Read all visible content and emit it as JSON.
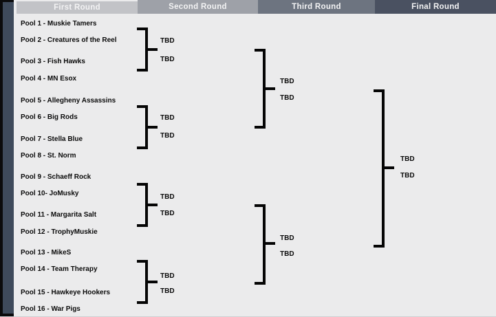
{
  "header": {
    "text_color": "#f3f3f4",
    "columns": [
      {
        "label": "First Round",
        "bg": "#c2c3c7"
      },
      {
        "label": "Second Round",
        "bg": "#9ea1a8"
      },
      {
        "label": "Third Round",
        "bg": "#6d7480"
      },
      {
        "label": "Final Round",
        "bg": "#4a5161"
      }
    ]
  },
  "rounds": {
    "first": [
      "Pool 1 - Muskie Tamers",
      "Pool 2 - Creatures of the Reel",
      "Pool 3 - Fish Hawks",
      "Pool 4 - MN Esox",
      "Pool 5 - Allegheny Assassins",
      "Pool 6 - Big Rods",
      "Pool 7 - Stella Blue",
      "Pool 8 - St. Norm",
      "Pool 9 - Schaeff Rock",
      "Pool 10- JoMusky",
      "Pool 11 - Margarita Salt",
      "Pool 12 - TrophyMuskie",
      "Pool 13 - MikeS",
      "Pool 14 - Team Therapy",
      "Pool 15 - Hawkeye Hookers",
      "Pool 16 - War Pigs"
    ],
    "second": [
      "TBD",
      "TBD",
      "TBD",
      "TBD",
      "TBD",
      "TBD",
      "TBD",
      "TBD"
    ],
    "third": [
      "TBD",
      "TBD",
      "TBD",
      "TBD"
    ],
    "final": [
      "TBD",
      "TBD"
    ]
  },
  "colors": {
    "page_bg": "#ebebec",
    "left_border": "#0b0b0c",
    "sidebar_bar": "#3e4a5b",
    "bracket_line": "#050505",
    "entry_text": "#0a0a0a"
  }
}
